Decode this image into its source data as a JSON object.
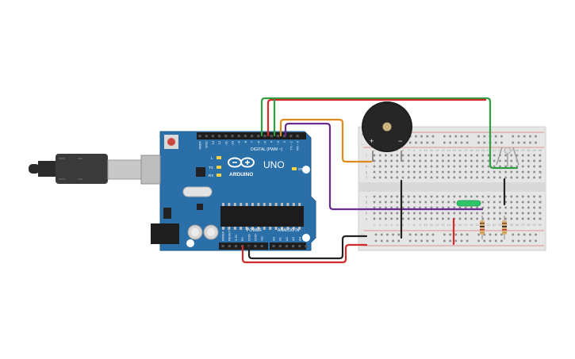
{
  "arduino": {
    "model_label": "UNO",
    "brand_label": "ARDUINO",
    "digital_header_label": "DIGITAL (PWM ~)",
    "power_header_label": "POWER",
    "analog_header_label": "ANALOG IN",
    "on_label": "ON",
    "l_label": "L",
    "tx_label": "TX",
    "rx_label": "RX",
    "digital_pins": [
      "AREF",
      "GND",
      "13",
      "12",
      "~11",
      "~10",
      "~9",
      "8",
      "7",
      "~6",
      "~5",
      "4",
      "~3",
      "2",
      "TX→1",
      "RX←0"
    ],
    "power_pins": [
      "IOREF",
      "RESET",
      "3.3V",
      "5V",
      "GND",
      "GND",
      "Vin"
    ],
    "analog_pins": [
      "A0",
      "A1",
      "A2",
      "A3",
      "A4",
      "A5"
    ]
  },
  "buzzer": {
    "plus_label": "+",
    "minus_label": "−"
  },
  "breadboard": {
    "column_numbers": [
      "1",
      "2",
      "3",
      "4",
      "5",
      "6",
      "7",
      "8",
      "9",
      "10",
      "11",
      "12",
      "13",
      "14",
      "15",
      "16",
      "17",
      "18",
      "19",
      "20",
      "21",
      "22",
      "23",
      "24",
      "25",
      "26",
      "27",
      "28",
      "29",
      "30"
    ],
    "top_rows": [
      "j",
      "i",
      "h",
      "g",
      "f"
    ],
    "bottom_rows": [
      "e",
      "d",
      "c",
      "b",
      "a"
    ],
    "rail_plus": "+",
    "rail_minus": "−"
  },
  "colors": {
    "board": "#2a6fa8",
    "breadboard": "#e6e6e6",
    "wire_green": "#2e9e3e",
    "wire_red": "#d62a2a",
    "wire_orange": "#e28a1a",
    "wire_purple": "#6a2a8e",
    "wire_black": "#222222",
    "led": "#2fc46a"
  }
}
